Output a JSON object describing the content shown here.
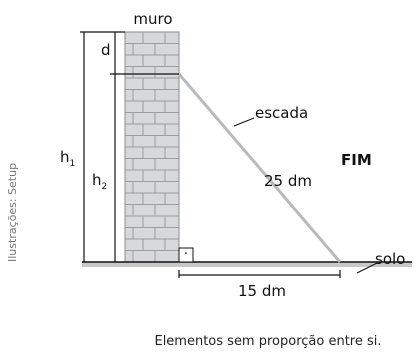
{
  "labels": {
    "wall": "muro",
    "distance": "d",
    "height1": "h",
    "height1_sub": "1",
    "height2": "h",
    "height2_sub": "2",
    "ladder": "escada",
    "ladder_length": "25 dm",
    "ground": "solo",
    "base_distance": "15 dm",
    "end_marker": "FIM",
    "right_angle_dot": "·"
  },
  "credit": "Ilustrações: Setup",
  "footnote": "Elementos sem proporção entre si.",
  "colors": {
    "brick_fill": "#d7d8d9",
    "brick_line": "#9c9d9f",
    "ladder": "#b9babb",
    "ground": "#c8c8c8",
    "lines": "#111111"
  }
}
